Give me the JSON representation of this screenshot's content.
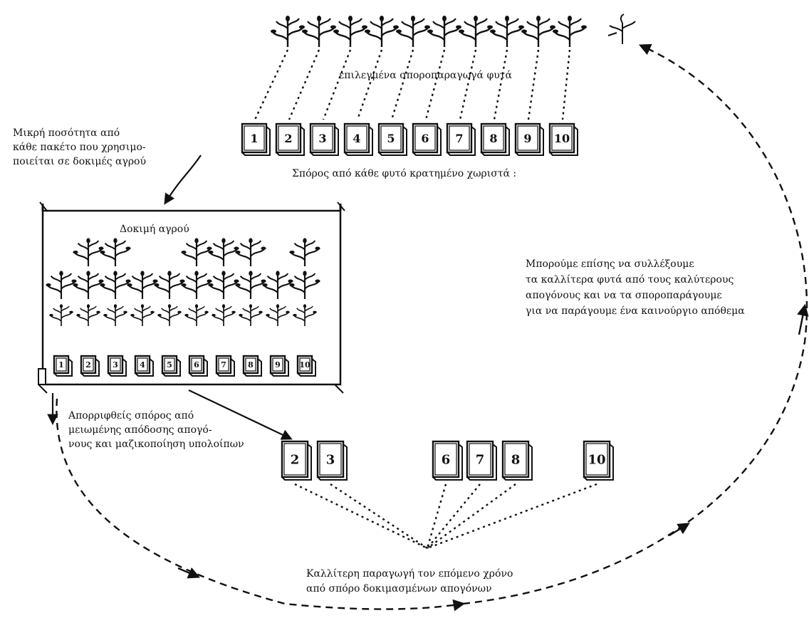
{
  "labels": {
    "selected_plants": "επιλεγμένα σποροπαραγωγά φυτά",
    "small_qty_line1": "Μικρή ποσότητα από",
    "small_qty_line2": "κάθε πακέτο που χρησιμο-",
    "small_qty_line3": "ποιείται σε δοκιμές αγρού",
    "seed_kept": "Σπόρος από κάθε φυτό κρατημένο χωριστά :",
    "field_trial": "Δοκιμή αγρού",
    "collect_line1": "Μπορούμε επίσης να συλλέξουμε",
    "collect_line2": "τα καλλίτερα φυτά από τους καλύτερους",
    "collect_line3": "απογόνους και να τα σποροπαράγουμε",
    "collect_line4": "για να παράγουμε ένα καινούργιο απόθεμα",
    "reject_line1": "Απορριφθείς σπόρος από",
    "reject_line2": "μειωμένης απόδοσης απογό-",
    "reject_line3": "νους και μαζικοποίηση υπολοίπων",
    "better_line1": "Καλλίτερη παραγωγή τον επόμενο χρόνο",
    "better_line2": "από σπόρο δοκιμασμένων απογόνων"
  },
  "seed_packets": [
    "1",
    "2",
    "3",
    "4",
    "5",
    "6",
    "7",
    "8",
    "9",
    "10"
  ],
  "plot_packets": [
    "1",
    "2",
    "3",
    "4",
    "5",
    "6",
    "7",
    "8",
    "9",
    "10"
  ],
  "selected_packets": [
    "2",
    "3",
    "6",
    "7",
    "8",
    "10"
  ],
  "colors": {
    "ink": "#111111",
    "paper": "#ffffff"
  }
}
